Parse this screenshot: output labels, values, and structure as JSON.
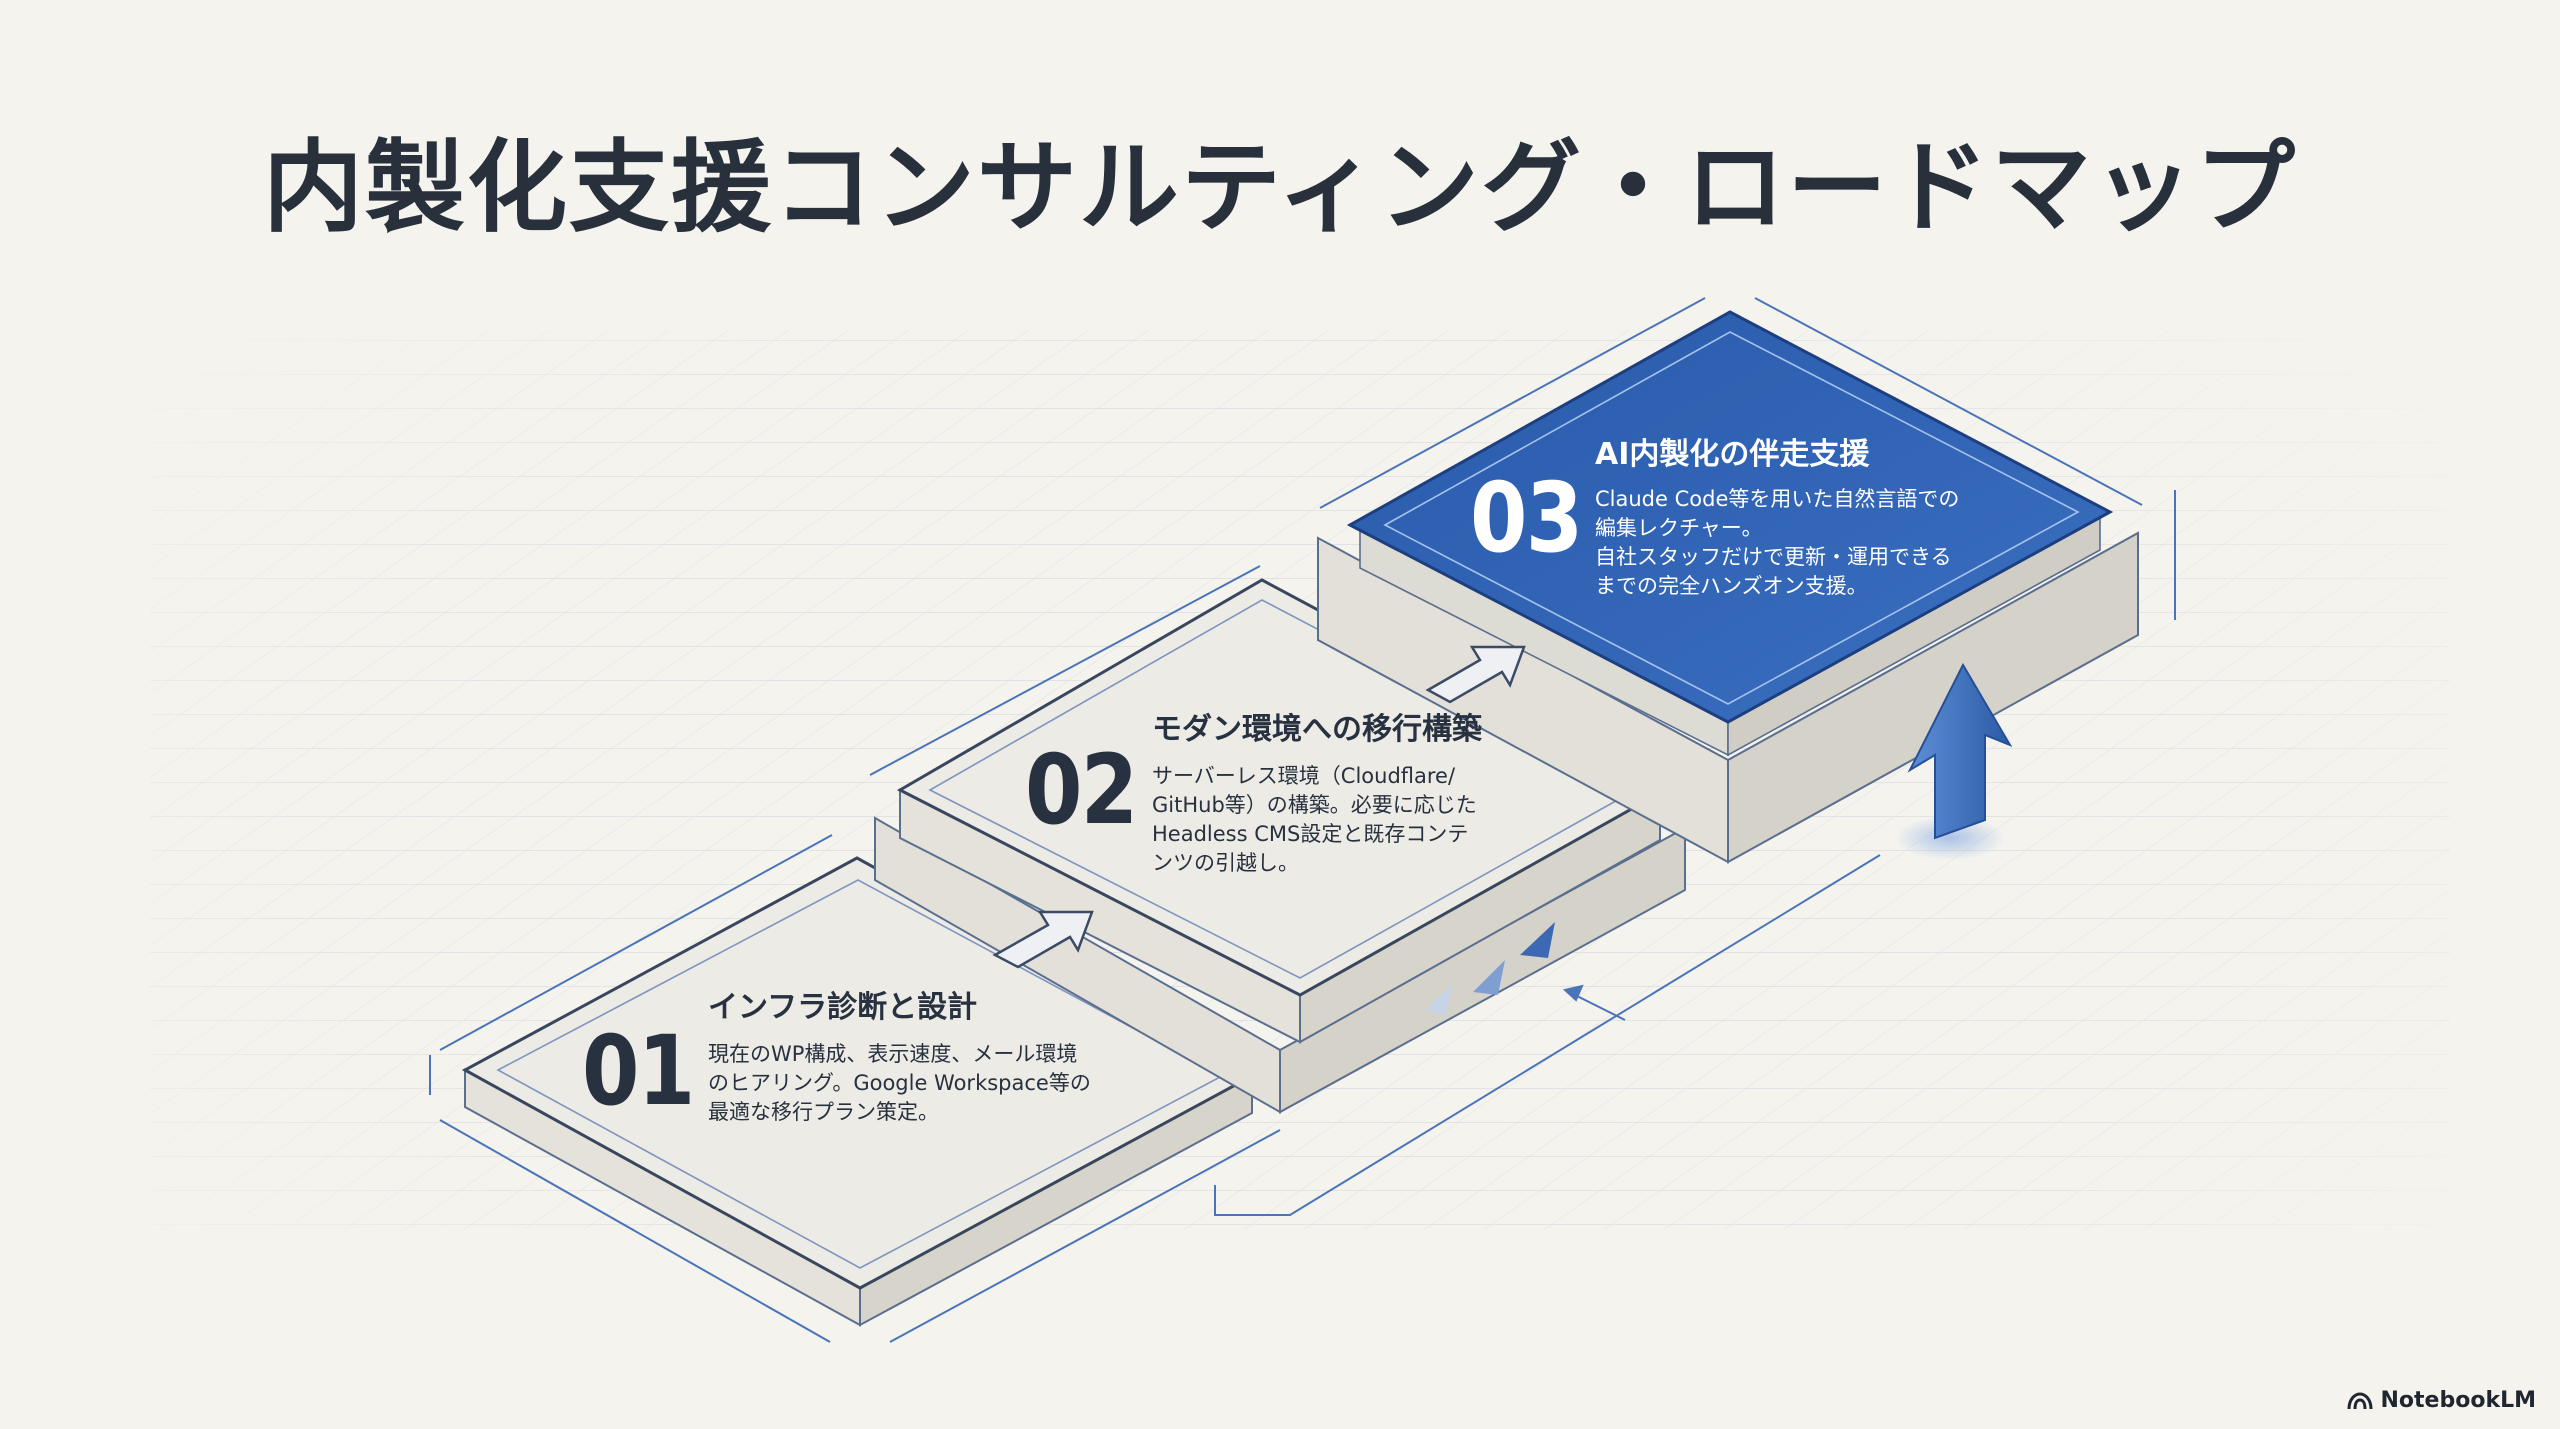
{
  "title": "内製化支援コンサルティング・ロードマップ",
  "steps": [
    {
      "number": "01",
      "title": "インフラ診断と設計",
      "description": "現在のWP構成、表示速度、メール環境\nのヒアリング。Google Workspace等の\n最適な移行プラン策定。"
    },
    {
      "number": "02",
      "title": "モダン環境への移行構築",
      "description": "サーバーレス環境（Cloudflare/\nGitHub等）の構築。必要に応じた\nHeadless CMS設定と既存コンテ\nンツの引越し。"
    },
    {
      "number": "03",
      "title": "AI内製化の伴走支援",
      "description": "Claude Code等を用いた自然言語での\n編集レクチャー。\n自社スタッフだけで更新・運用できる\nまでの完全ハンズオン支援。"
    }
  ],
  "brand": {
    "name": "NotebookLM",
    "icon": "notebooklm-logo-icon"
  },
  "colors": {
    "background": "#f4f3ee",
    "slab_top": "#ecebe5",
    "slab_side": "#dcdad2",
    "accent_blue": "#2f63b2",
    "text_dark": "#27313f",
    "line_blue": "#4b74b8"
  },
  "icons": [
    "step-arrow-icon",
    "up-arrow-icon",
    "chevron-arrow-icon"
  ]
}
